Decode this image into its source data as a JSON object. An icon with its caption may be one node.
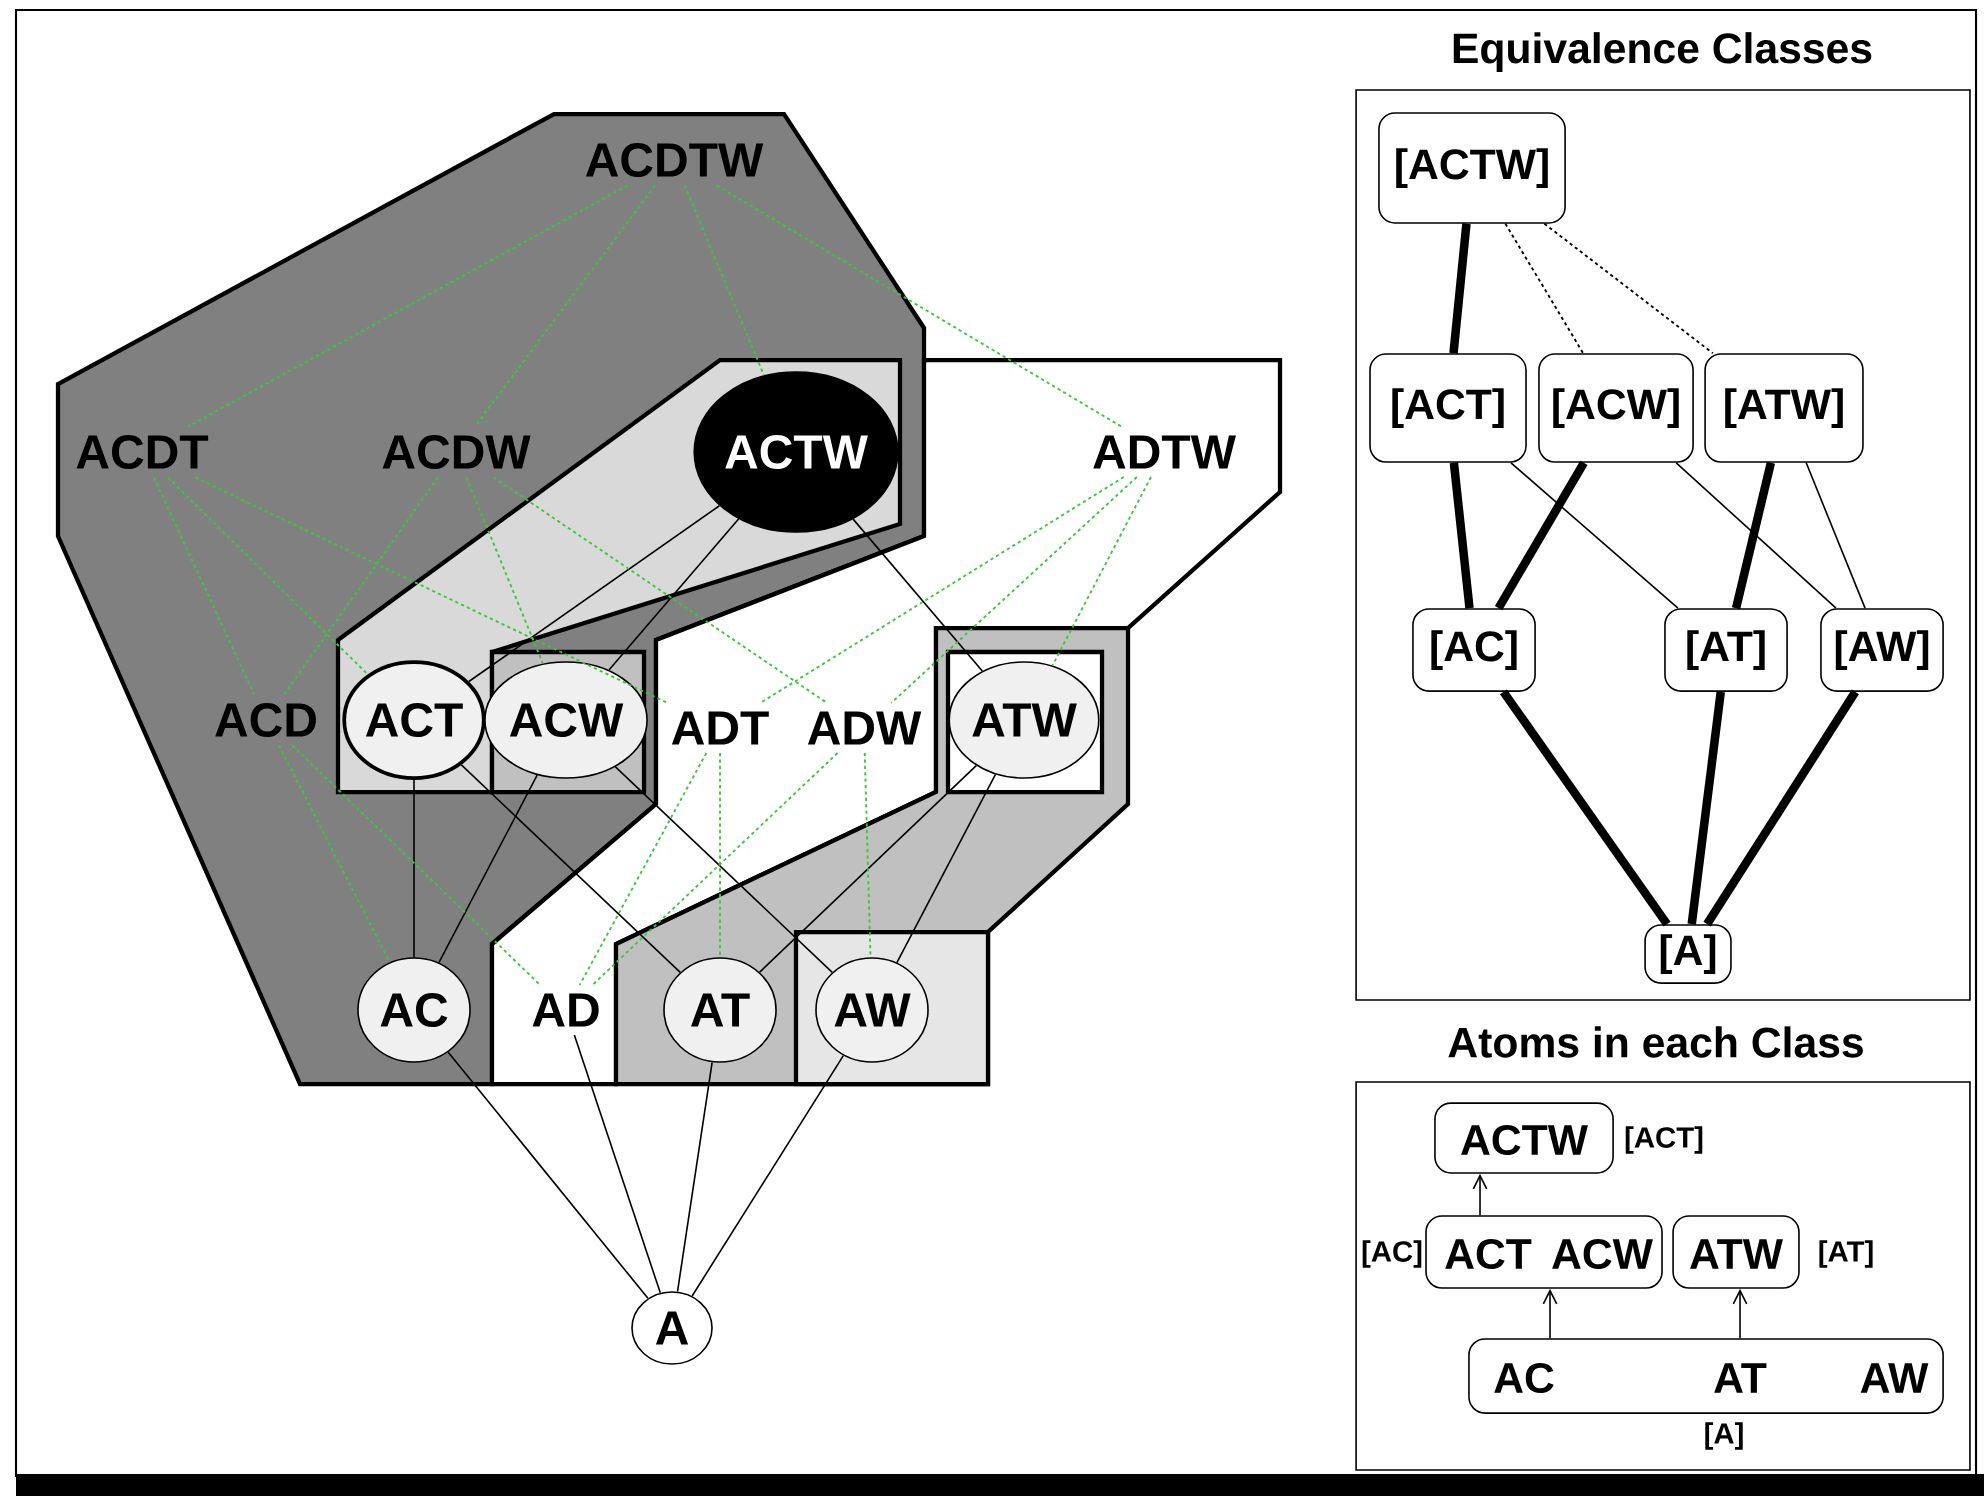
{
  "diagram": {
    "nodes": [
      {
        "text": [],
        "shape": "polygon"
      },
      {
        "text": [
          "ACDTW"
        ],
        "in": 0
      },
      {
        "text": [
          "ACDT"
        ],
        "in": 0
      },
      {
        "text": [
          "ACDW"
        ],
        "in": 0
      },
      {
        "text": [],
        "shape": "polygon",
        "in": 0
      },
      {
        "text": [
          "ACTW"
        ],
        "in": 4
      },
      {
        "text": [],
        "shape": "polygon"
      },
      {
        "text": [
          "ADTW"
        ],
        "in": 6
      },
      {
        "text": [
          "ACD"
        ],
        "in": 0
      },
      {
        "text": [
          "ACT"
        ],
        "in": 4
      },
      {
        "text": [],
        "shape": "box",
        "in": 0
      },
      {
        "text": [
          "ACW"
        ],
        "in": 10
      },
      {
        "text": [
          "ADT"
        ],
        "in": 6
      },
      {
        "text": [
          "ADW"
        ],
        "in": 6
      },
      {
        "text": [],
        "shape": "polygon"
      },
      {
        "text": [],
        "shape": "box",
        "in": 14
      },
      {
        "text": [
          "ATW"
        ],
        "in": 15
      },
      {
        "text": [
          "AC"
        ],
        "in": 0
      },
      {
        "text": [
          "AD"
        ],
        "in": 6
      },
      {
        "text": [
          "AT"
        ],
        "in": 14
      },
      {
        "text": [],
        "shape": "box",
        "in": 14
      },
      {
        "text": [
          "AW"
        ],
        "in": 20
      },
      {
        "text": [
          "A"
        ]
      },
      {
        "text": [
          "Equivalence Classes"
        ]
      },
      {
        "text": [
          "[ACTW]"
        ],
        "in": 23
      },
      {
        "text": [
          "[ACT]"
        ],
        "in": 23
      },
      {
        "text": [
          "[ACW]"
        ],
        "in": 23
      },
      {
        "text": [
          "[ATW]"
        ],
        "in": 23
      },
      {
        "text": [
          "[AC]"
        ],
        "in": 23
      },
      {
        "text": [
          "[AT]"
        ],
        "in": 23
      },
      {
        "text": [
          "[AW]"
        ],
        "in": 23
      },
      {
        "text": [
          "[A]"
        ],
        "in": 23
      },
      {
        "text": [
          "Atoms in each Class"
        ]
      },
      {
        "text": [
          "ACTW"
        ],
        "in": 32,
        "beside": [
          "[ACT]"
        ]
      },
      {
        "text": [
          "ACT",
          "ACW"
        ],
        "in": 32,
        "beside": [
          "[AC]"
        ]
      },
      {
        "text": [
          "ATW"
        ],
        "in": 32,
        "beside": [
          "[AT]"
        ]
      },
      {
        "text": [
          "AC",
          "AT",
          "AW"
        ],
        "in": 32,
        "beside": [
          "[A]"
        ]
      }
    ],
    "edges": [
      {
        "from": 5,
        "to": 9,
        "arrow": "none"
      },
      {
        "from": 5,
        "to": 11,
        "arrow": "none"
      },
      {
        "from": 5,
        "to": 16,
        "arrow": "none"
      },
      {
        "from": 9,
        "to": 17,
        "arrow": "none"
      },
      {
        "from": 9,
        "to": 19,
        "arrow": "none"
      },
      {
        "from": 11,
        "to": 17,
        "arrow": "none"
      },
      {
        "from": 11,
        "to": 21,
        "arrow": "none"
      },
      {
        "from": 16,
        "to": 19,
        "arrow": "none"
      },
      {
        "from": 16,
        "to": 21,
        "arrow": "none"
      },
      {
        "from": 17,
        "to": 22,
        "arrow": "none"
      },
      {
        "from": 18,
        "to": 22,
        "arrow": "none"
      },
      {
        "from": 19,
        "to": 22,
        "arrow": "none"
      },
      {
        "from": 21,
        "to": 22,
        "arrow": "none"
      },
      {
        "from": 1,
        "to": 2,
        "arrow": "none",
        "style": "dashed",
        "color": "#33cc33"
      },
      {
        "from": 1,
        "to": 3,
        "arrow": "none",
        "style": "dashed",
        "color": "#33cc33"
      },
      {
        "from": 1,
        "to": 5,
        "arrow": "none",
        "style": "dashed",
        "color": "#33cc33"
      },
      {
        "from": 1,
        "to": 7,
        "arrow": "none",
        "style": "dashed",
        "color": "#33cc33"
      },
      {
        "from": 2,
        "to": 8,
        "arrow": "none",
        "style": "dashed",
        "color": "#33cc33"
      },
      {
        "from": 2,
        "to": 9,
        "arrow": "none",
        "style": "dashed",
        "color": "#33cc33"
      },
      {
        "from": 2,
        "to": 12,
        "arrow": "none",
        "style": "dashed",
        "color": "#33cc33"
      },
      {
        "from": 3,
        "to": 8,
        "arrow": "none",
        "style": "dashed",
        "color": "#33cc33"
      },
      {
        "from": 3,
        "to": 11,
        "arrow": "none",
        "style": "dashed",
        "color": "#33cc33"
      },
      {
        "from": 3,
        "to": 13,
        "arrow": "none",
        "style": "dashed",
        "color": "#33cc33"
      },
      {
        "from": 7,
        "to": 12,
        "arrow": "none",
        "style": "dashed",
        "color": "#33cc33"
      },
      {
        "from": 7,
        "to": 13,
        "arrow": "none",
        "style": "dashed",
        "color": "#33cc33"
      },
      {
        "from": 7,
        "to": 16,
        "arrow": "none",
        "style": "dashed",
        "color": "#33cc33"
      },
      {
        "from": 8,
        "to": 17,
        "arrow": "none",
        "style": "dashed",
        "color": "#33cc33"
      },
      {
        "from": 8,
        "to": 18,
        "arrow": "none",
        "style": "dashed",
        "color": "#33cc33"
      },
      {
        "from": 12,
        "to": 18,
        "arrow": "none",
        "style": "dashed",
        "color": "#33cc33"
      },
      {
        "from": 12,
        "to": 19,
        "arrow": "none",
        "style": "dashed",
        "color": "#33cc33"
      },
      {
        "from": 13,
        "to": 18,
        "arrow": "none",
        "style": "dashed",
        "color": "#33cc33"
      },
      {
        "from": 13,
        "to": 21,
        "arrow": "none",
        "style": "dashed",
        "color": "#33cc33"
      },
      {
        "from": 24,
        "to": 25,
        "arrow": "none",
        "style": "thick"
      },
      {
        "from": 24,
        "to": 26,
        "arrow": "none",
        "style": "dashed"
      },
      {
        "from": 24,
        "to": 27,
        "arrow": "none",
        "style": "dashed"
      },
      {
        "from": 25,
        "to": 28,
        "arrow": "none",
        "style": "thick"
      },
      {
        "from": 25,
        "to": 29,
        "arrow": "none"
      },
      {
        "from": 26,
        "to": 28,
        "arrow": "none",
        "style": "thick"
      },
      {
        "from": 26,
        "to": 30,
        "arrow": "none"
      },
      {
        "from": 27,
        "to": 29,
        "arrow": "none",
        "style": "thick"
      },
      {
        "from": 27,
        "to": 30,
        "arrow": "none"
      },
      {
        "from": 28,
        "to": 31,
        "arrow": "none",
        "style": "thick"
      },
      {
        "from": 29,
        "to": 31,
        "arrow": "none",
        "style": "thick"
      },
      {
        "from": 30,
        "to": 31,
        "arrow": "none",
        "style": "thick"
      },
      {
        "from": 36,
        "to": 34,
        "arrow": "to"
      },
      {
        "from": 36,
        "to": 35,
        "arrow": "to"
      },
      {
        "from": 34,
        "to": 33,
        "arrow": "to"
      }
    ]
  }
}
